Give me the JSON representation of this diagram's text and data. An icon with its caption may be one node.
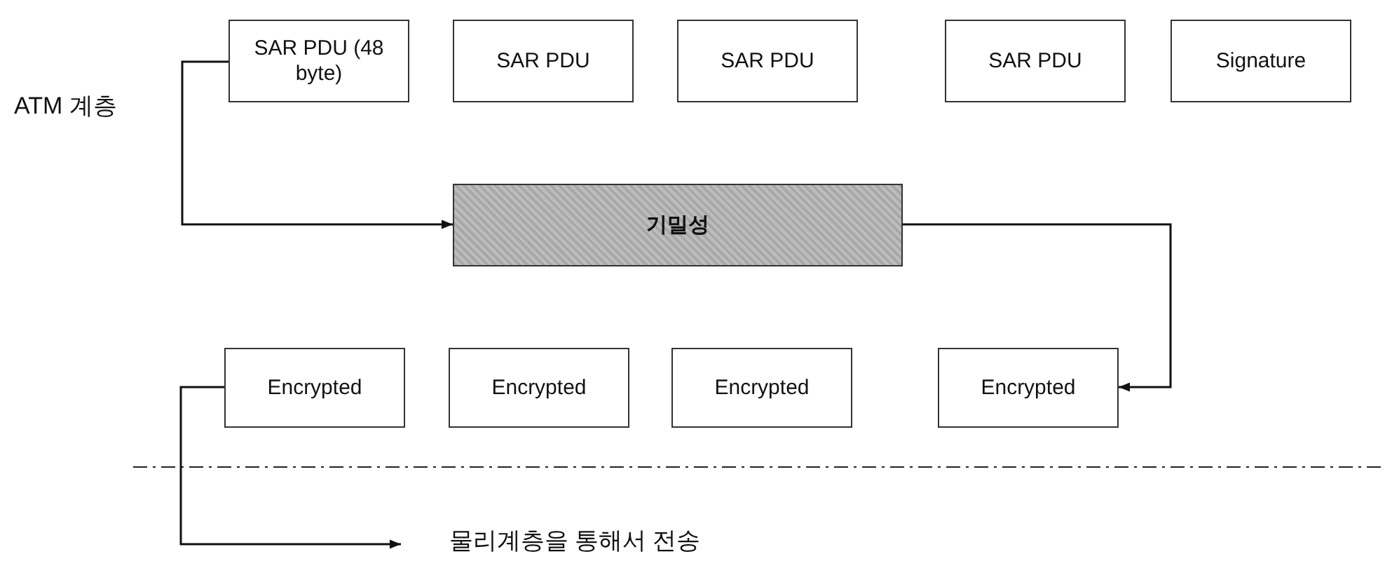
{
  "diagram": {
    "nodes": [
      {
        "text": [
          "SAR PDU (48 byte)"
        ]
      },
      {
        "text": [
          "SAR PDU"
        ]
      },
      {
        "text": [
          "SAR PDU"
        ]
      },
      {
        "text": [
          "SAR PDU"
        ]
      },
      {
        "text": [
          "Signature"
        ]
      },
      {
        "text": [
          "기밀성"
        ]
      },
      {
        "text": [
          "Encrypted"
        ]
      },
      {
        "text": [
          "Encrypted"
        ]
      },
      {
        "text": [
          "Encrypted"
        ]
      },
      {
        "text": [
          "Encrypted"
        ]
      },
      {
        "text": [
          "물리계층을 통해서 전송"
        ]
      }
    ],
    "edges": [
      {
        "from": 0,
        "to": 5,
        "arrow": "to"
      },
      {
        "from": 5,
        "to": 9,
        "arrow": "to"
      },
      {
        "from": 6,
        "to": 10,
        "arrow": "to"
      }
    ],
    "labels": [
      "ATM 계층"
    ]
  }
}
